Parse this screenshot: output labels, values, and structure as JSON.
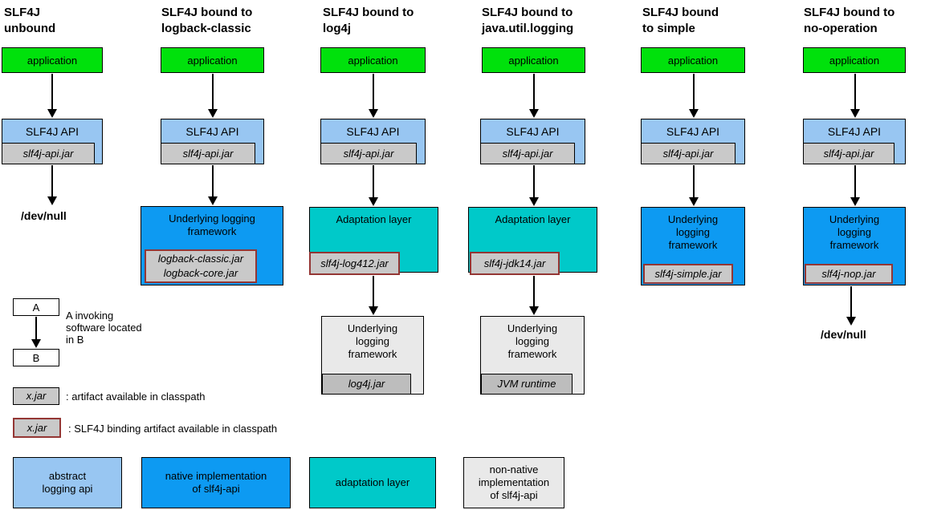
{
  "colors": {
    "application_green": "#00e10c",
    "abstract_api_lightblue": "#98c6f2",
    "native_impl_blue": "#0d9af2",
    "adaptation_teal": "#00c9c9",
    "framework_lightgray": "#e9e9e9",
    "jar_gray": "#c9c9c9",
    "jar_dark_gray": "#bdbdbd",
    "binding_border_red": "#943634",
    "border_black": "#000000"
  },
  "columns": [
    {
      "title": "SLF4J\nunbound",
      "application": "application",
      "api_label": "SLF4J API",
      "api_jar": "slf4j-api.jar",
      "output": "/dev/null"
    },
    {
      "title": "SLF4J bound to\nlogback-classic",
      "application": "application",
      "api_label": "SLF4J API",
      "api_jar": "slf4j-api.jar",
      "framework": {
        "label": "Underlying logging\nframework",
        "jar": "logback-classic.jar\nlogback-core.jar"
      }
    },
    {
      "title": "SLF4J bound to\nlog4j",
      "application": "application",
      "api_label": "SLF4J API",
      "api_jar": "slf4j-api.jar",
      "adaptation": {
        "label": "Adaptation layer",
        "jar": "slf4j-log412.jar"
      },
      "framework": {
        "label": "Underlying\nlogging\nframework",
        "jar": "log4j.jar"
      }
    },
    {
      "title": "SLF4J bound to\njava.util.logging",
      "application": "application",
      "api_label": "SLF4J API",
      "api_jar": "slf4j-api.jar",
      "adaptation": {
        "label": "Adaptation layer",
        "jar": "slf4j-jdk14.jar"
      },
      "framework": {
        "label": "Underlying\nlogging\nframework",
        "jar": "JVM runtime"
      }
    },
    {
      "title": "SLF4J bound\nto simple",
      "application": "application",
      "api_label": "SLF4J API",
      "api_jar": "slf4j-api.jar",
      "framework": {
        "label": "Underlying\nlogging\nframework",
        "jar": "slf4j-simple.jar"
      }
    },
    {
      "title": "SLF4J bound to\nno-operation",
      "application": "application",
      "api_label": "SLF4J API",
      "api_jar": "slf4j-api.jar",
      "framework": {
        "label": "Underlying\nlogging\nframework",
        "jar": "slf4j-nop.jar"
      },
      "output": "/dev/null"
    }
  ],
  "legend": {
    "invoke": {
      "a": "A",
      "b": "B",
      "note": "A invoking\nsoftware located\nin B"
    },
    "artifact": {
      "jar": "x.jar",
      "text": ": artifact available in classpath"
    },
    "binding": {
      "jar": "x.jar",
      "text": ": SLF4J binding artifact available in classpath"
    },
    "color_boxes": [
      {
        "label": "abstract\nlogging api"
      },
      {
        "label": "native implementation\nof slf4j-api"
      },
      {
        "label": "adaptation layer"
      },
      {
        "label": "non-native\nimplementation\nof slf4j-api"
      }
    ]
  }
}
